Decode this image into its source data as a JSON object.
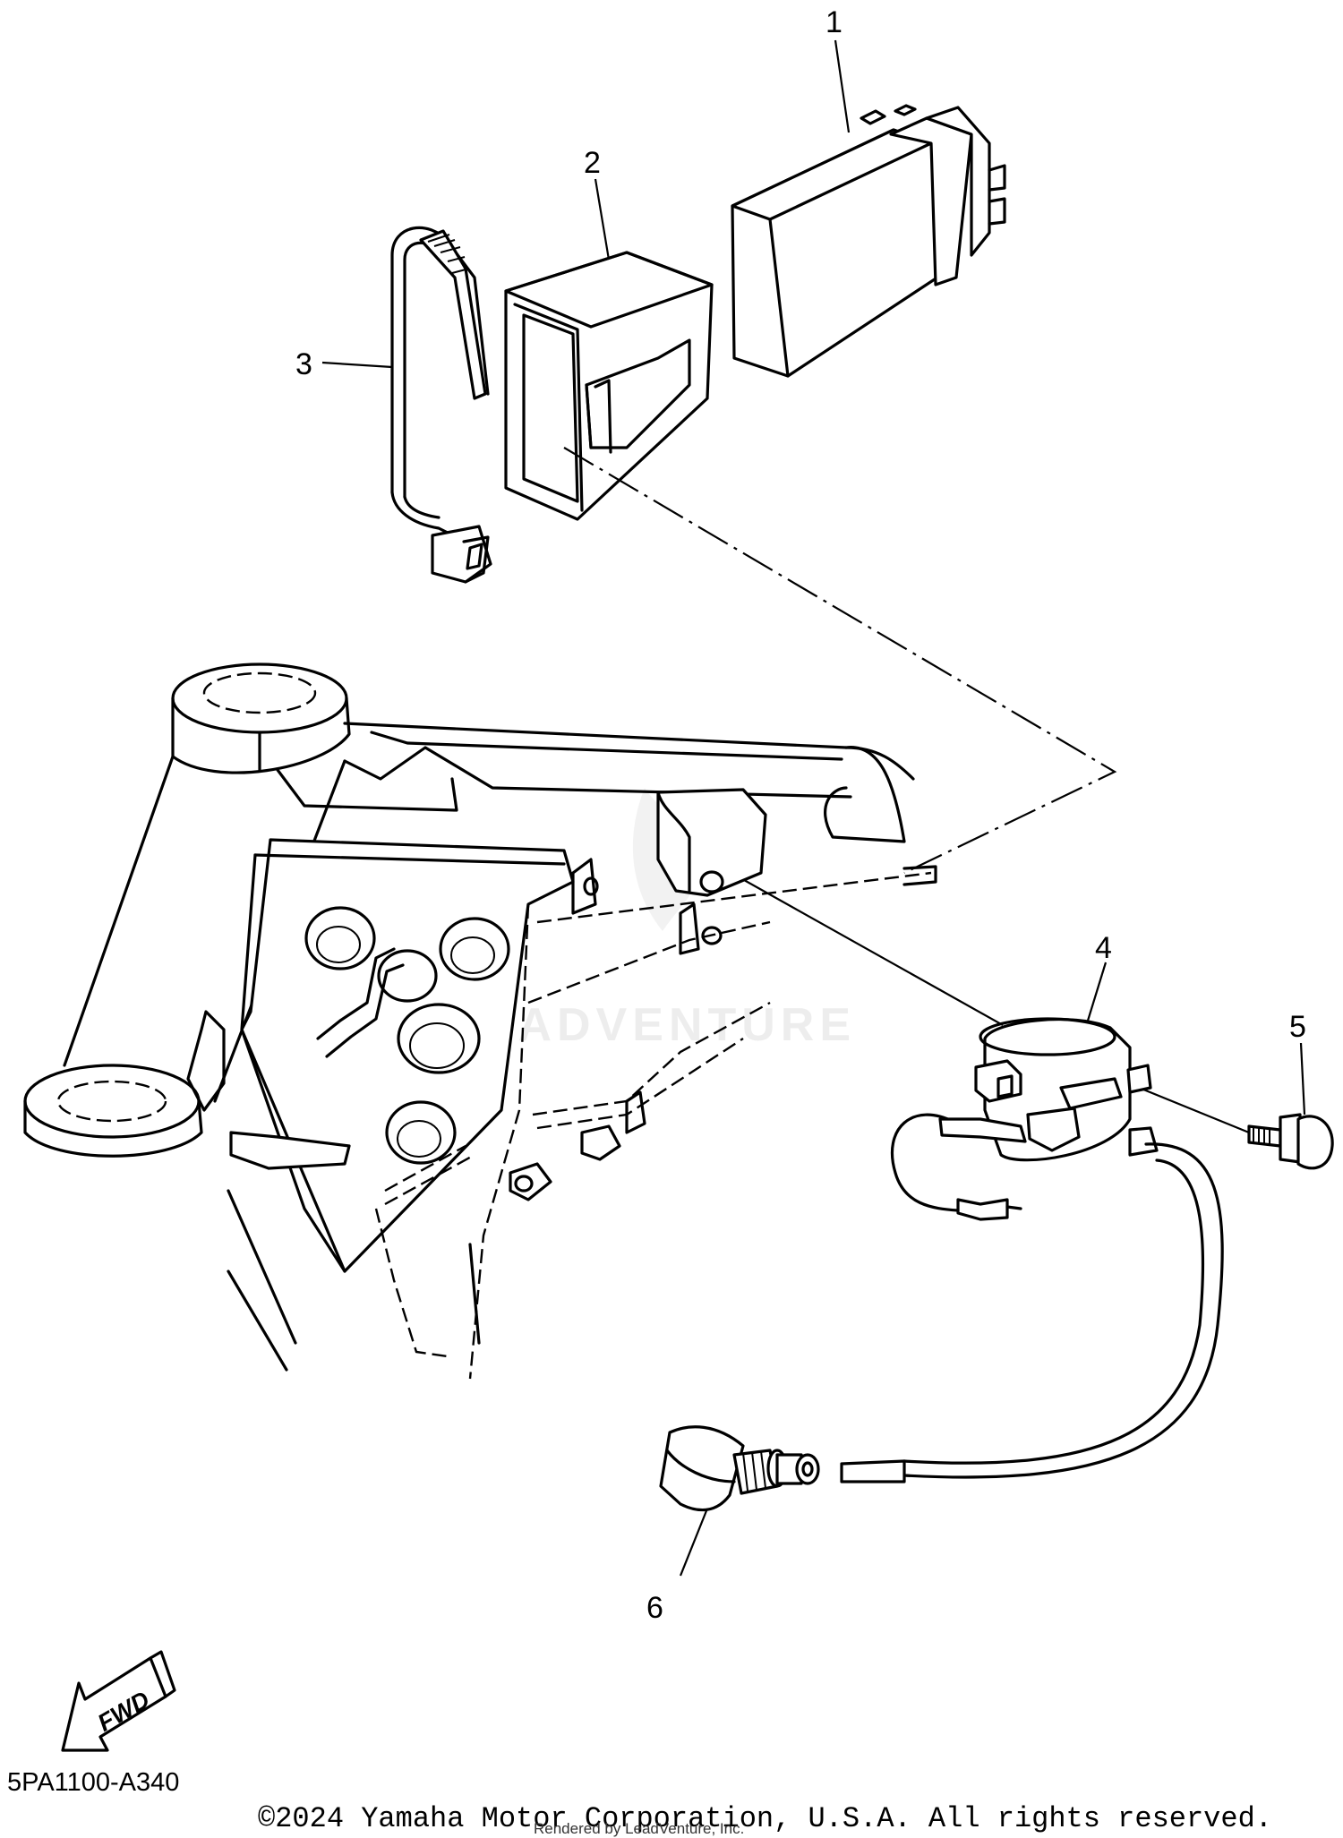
{
  "diagram": {
    "callouts": [
      {
        "id": "1",
        "label": "1"
      },
      {
        "id": "2",
        "label": "2"
      },
      {
        "id": "3",
        "label": "3"
      },
      {
        "id": "4",
        "label": "4"
      },
      {
        "id": "5",
        "label": "5"
      },
      {
        "id": "6",
        "label": "6"
      }
    ],
    "direction_arrow": "FWD",
    "diagram_code": "5PA1100-A340",
    "watermark": "LEADVENTURE",
    "copyright": "©2024 Yamaha Motor Corporation, U.S.A. All rights reserved.",
    "render_credit": "Rendered by LeadVenture, Inc."
  }
}
